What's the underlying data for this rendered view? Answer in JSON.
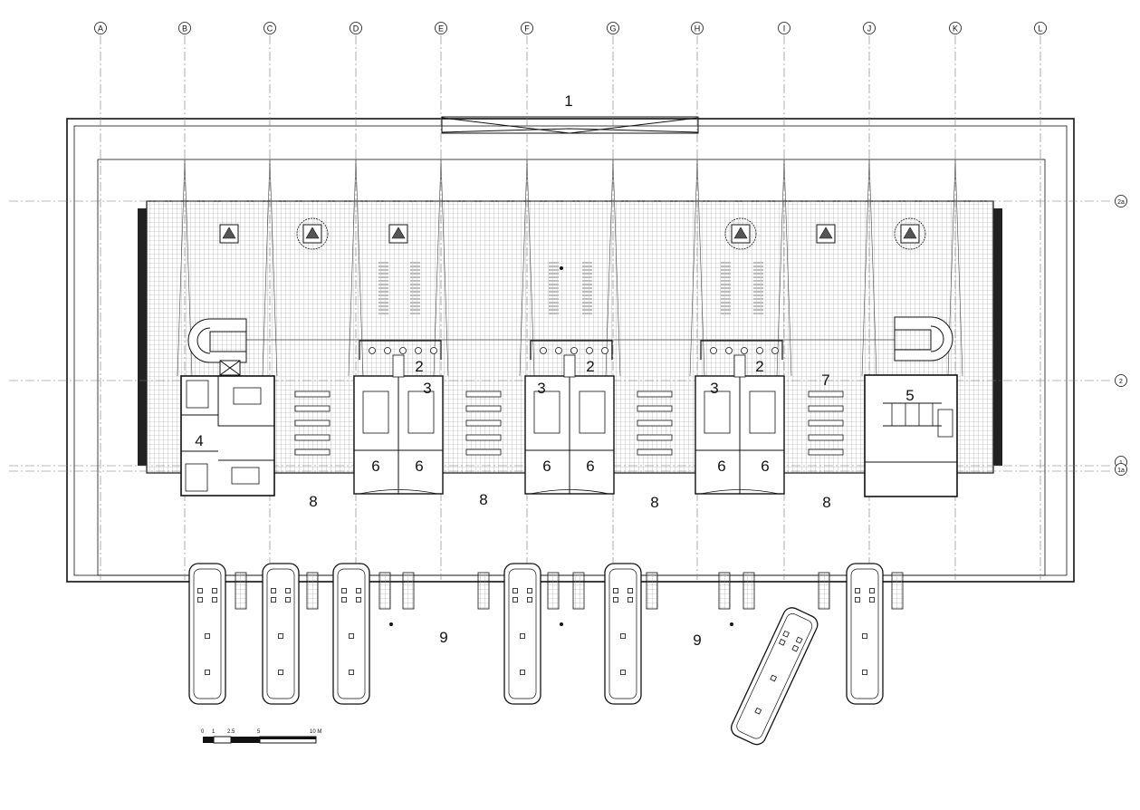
{
  "grid": {
    "columns": [
      "A",
      "B",
      "C",
      "D",
      "E",
      "F",
      "G",
      "H",
      "I",
      "J",
      "K",
      "L"
    ],
    "rows": [
      "2a",
      "2",
      "1",
      "1a"
    ]
  },
  "rooms": {
    "r1": "1",
    "r4": "4",
    "r5": "5",
    "r7": "7",
    "r2": [
      "2",
      "2",
      "2"
    ],
    "r3": [
      "3",
      "3",
      "3"
    ],
    "r6": [
      "6",
      "6",
      "6",
      "6",
      "6",
      "6"
    ],
    "r8": [
      "8",
      "8",
      "8",
      "8"
    ],
    "r9": [
      "9",
      "9"
    ]
  },
  "scale_bar": {
    "ticks": [
      "0",
      "1",
      "2.5",
      "5",
      "10 M"
    ]
  },
  "colors": {
    "line": "#111111",
    "grid_line": "#777777",
    "hatch": "#9a9a9a",
    "paving": "#bdbdbd"
  }
}
